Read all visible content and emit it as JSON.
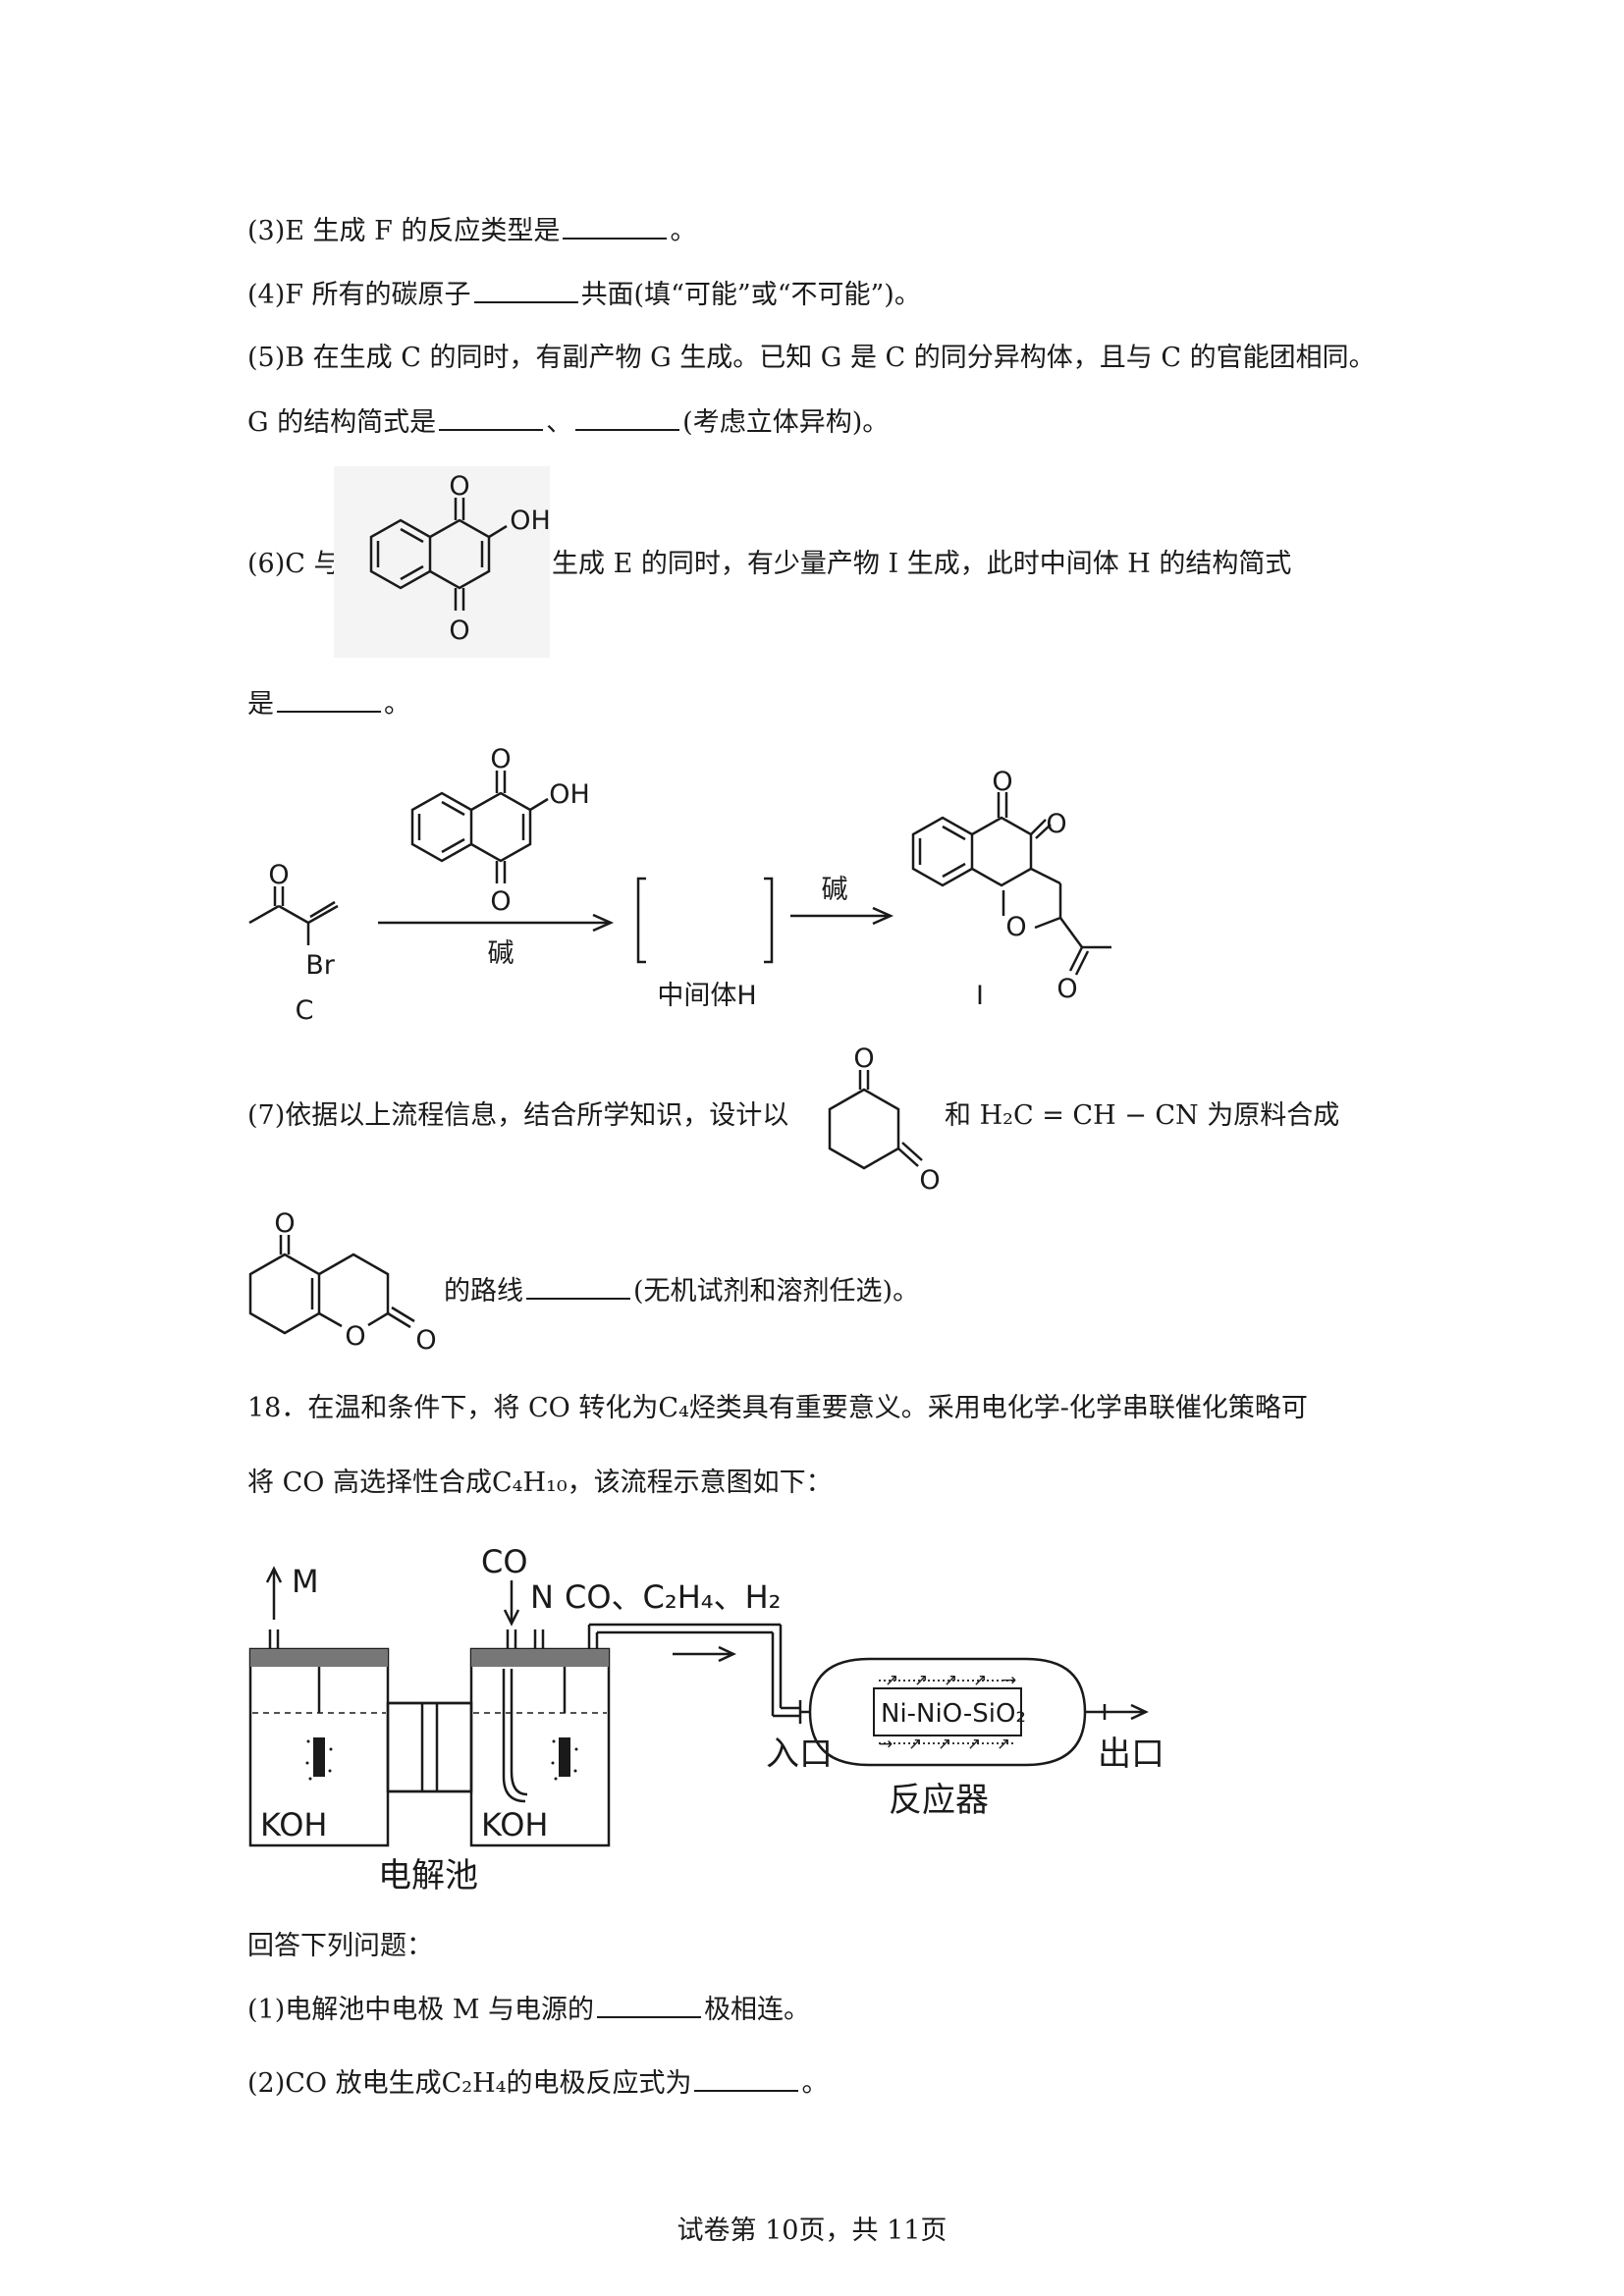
{
  "q3": {
    "text": "(3)E 生成 F 的反应类型是",
    "end": "。"
  },
  "q4": {
    "a": "(4)F 所有的碳原子",
    "b": "共面(填“可能”或“不可能”)。"
  },
  "q5": {
    "line1": "(5)B 在生成 C 的同时，有副产物 G 生成。已知 G 是 C 的同分异构体，且与 C 的官能团相同。",
    "a": "G 的结构简式是",
    "sep": "、",
    "b": "(考虑立体异构)。"
  },
  "q6": {
    "a": "(6)C 与",
    "b": "生成 E 的同时，有少量产物 I 生成，此时中间体 H 的结构简式",
    "c": "是",
    "end": "。"
  },
  "scheme": {
    "oh": "OH",
    "o": "O",
    "br": "Br",
    "c": "C",
    "base": "碱",
    "intermediate": "中间体H",
    "i": "I"
  },
  "q7": {
    "a": "(7)依据以上流程信息，结合所学知识，设计以",
    "b": "和",
    "formula": "H₂C = CH − CN",
    "c": "为原料合成",
    "d": "的路线",
    "e": "(无机试剂和溶剂任选)。"
  },
  "q18": {
    "line1a": "18．在温和条件下，将 CO 转化为",
    "c4": "C₄",
    "line1b": "烃类具有重要意义。采用电化学-化学串联催化策略可",
    "line2a": "将 CO 高选择性合成",
    "c4h10": "C₄H₁₀",
    "line2b": "，该流程示意图如下："
  },
  "diagram": {
    "m": "M",
    "co": "CO",
    "n": "N",
    "gases": "CO、C₂H₄、H₂",
    "koh": "KOH",
    "cell": "电解池",
    "catalyst": "Ni-NiO-SiO₂",
    "inlet": "入口",
    "outlet": "出口",
    "reactor": "反应器"
  },
  "answer": "回答下列问题：",
  "q18_1": {
    "a": "(1)电解池中电极 M 与电源的",
    "b": "极相连。"
  },
  "q18_2": {
    "a": "(2)CO 放电生成",
    "f": "C₂H₄",
    "b": "的电极反应式为",
    "end": "。"
  },
  "footer": "试卷第 10页，共 11页"
}
